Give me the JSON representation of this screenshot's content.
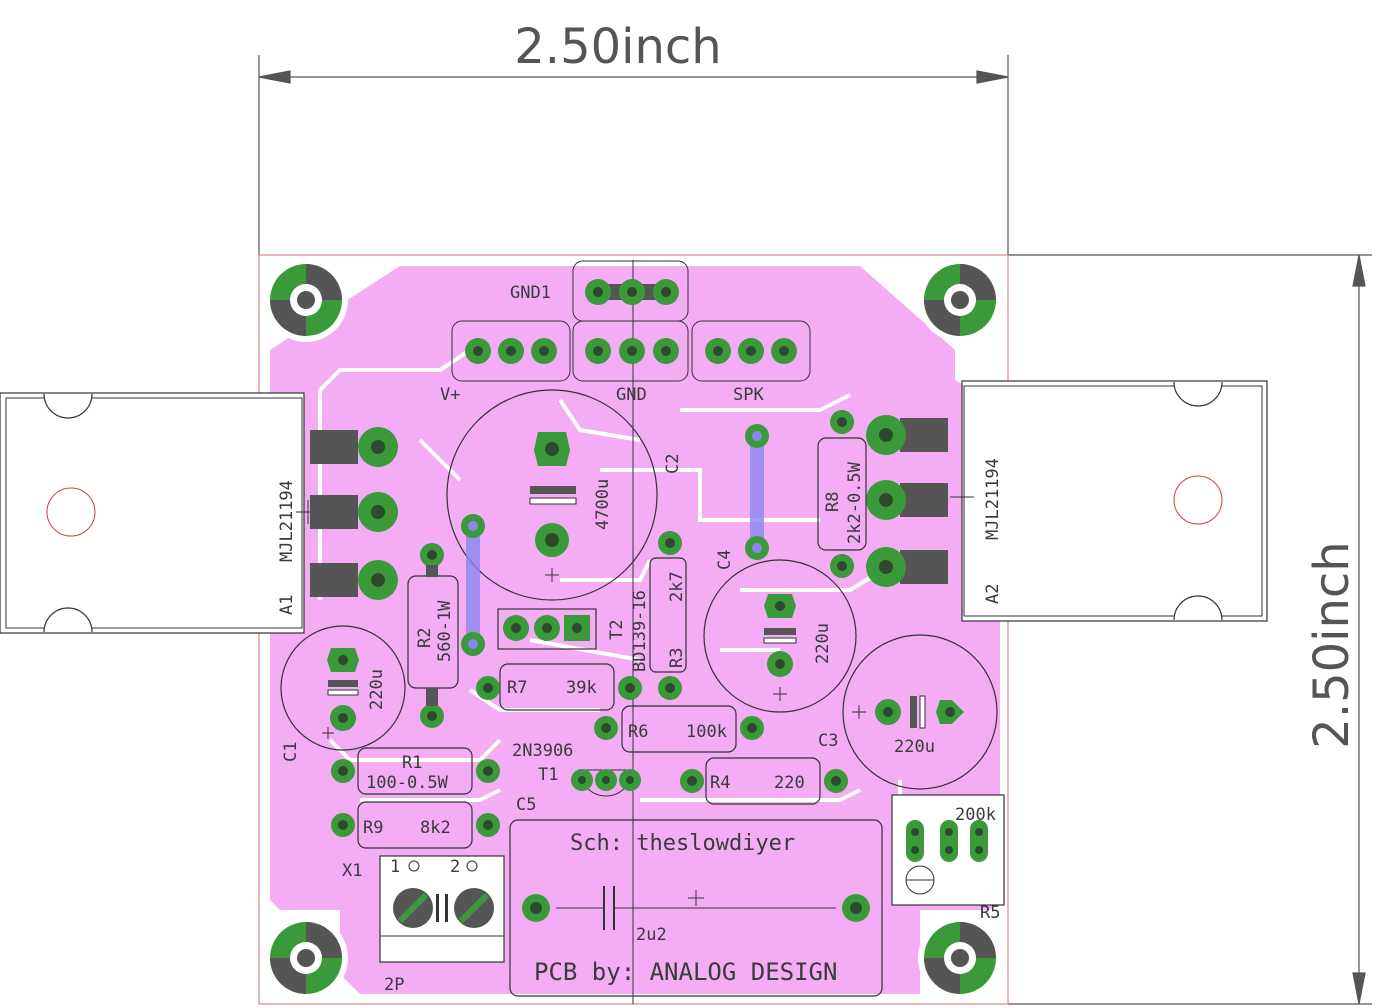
{
  "colors": {
    "background": "#ffffff",
    "copper": "#f4acf4",
    "copper_dark": "#e890e8",
    "pad": "#3a9a3a",
    "pad_hole": "#2e4a2e",
    "silkscreen": "#3a3a3a",
    "outline": "#d07070",
    "jumper": "#8888ee",
    "dimension": "#555555"
  },
  "dimensions": {
    "width_label": "2.50inch",
    "height_label": "2.50inch"
  },
  "labels": {
    "gnd1": "GND1",
    "vplus": "V+",
    "gnd": "GND",
    "spk": "SPK",
    "a1_part": "MJL21194",
    "a1_ref": "A1",
    "a2_part": "MJL21194",
    "a2_ref": "A2",
    "c2_value": "4700u",
    "c2_ref": "C2",
    "c4_value": "220u",
    "c4_ref": "C4",
    "c1_value": "220u",
    "c1_ref": "C1",
    "c3_value": "220u",
    "c3_ref": "C3",
    "c5_ref": "C5",
    "c5_value": "2u2",
    "r2_ref": "R2",
    "r2_value": "560-1W",
    "r8_ref": "R8",
    "r8_value": "2k2-0.5W",
    "t2_ref": "T2",
    "t2_part": "BD139-16",
    "r3_value": "2k7",
    "r3_ref": "R3",
    "r7_ref": "R7",
    "r7_value": "39k",
    "r6_ref": "R6",
    "r6_value": "100k",
    "t1_part": "2N3906",
    "t1_ref": "T1",
    "r1_ref": "R1",
    "r1_value": "100-0.5W",
    "r4_ref": "R4",
    "r4_value": "220",
    "r9_ref": "R9",
    "r9_value": "8k2",
    "r5_value": "200k",
    "r5_ref": "R5",
    "x1_ref": "X1",
    "x1_pin1": "1",
    "x1_pin2": "2",
    "x1_value": "2P",
    "sch_credit": "Sch: theslowdiyer",
    "pcb_credit": "PCB by: ANALOG DESIGN"
  }
}
